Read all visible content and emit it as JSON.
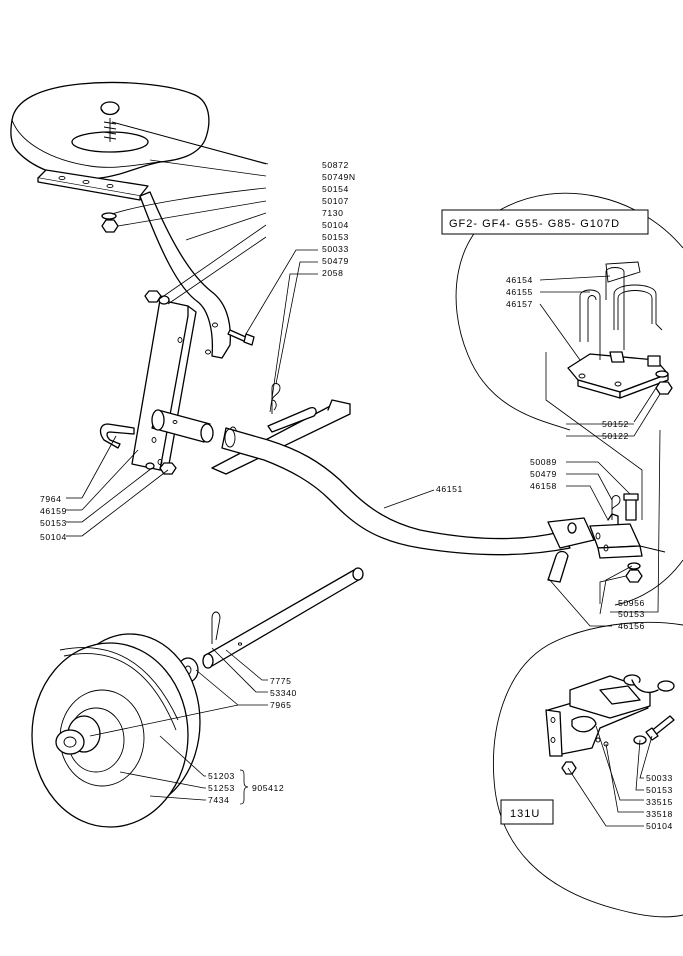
{
  "model_box": {
    "text": "GF2- GF4- G55- G85- G107D"
  },
  "variant_box": {
    "text": "131U"
  },
  "group_label": {
    "text": "905412"
  },
  "labels": {
    "seat": "50872",
    "seat_plate": "50749N",
    "washer_a": "50154",
    "nut_a": "50107",
    "seat_post": "7130",
    "nut_b": "50104",
    "washer_b": "50153",
    "bolt_a": "50033",
    "r_clip_a": "50479",
    "foot_rest": "2058",
    "u_bolt": "7964",
    "bracket": "46159",
    "washer_c": "50153",
    "nut_c": "50104",
    "inset_ubolt_a": "46154",
    "inset_ubolt_b": "46155",
    "inset_plate": "46157",
    "inset_washer": "50152",
    "inset_nut": "50122",
    "main_arm": "46151",
    "pin_a": "50089",
    "r_clip_b": "50479",
    "clamp": "46158",
    "nut_d": "50956",
    "washer_d": "50153",
    "hitch_pin": "46156",
    "axle": "7775",
    "pin_b": "53340",
    "spacer": "7965",
    "tire": "51203",
    "rim": "51253",
    "hub": "7434",
    "inset2_bolt": "50033",
    "inset2_washer": "50153",
    "inset2_part_a": "33515",
    "inset2_part_b": "33518",
    "inset2_nut": "50104"
  }
}
